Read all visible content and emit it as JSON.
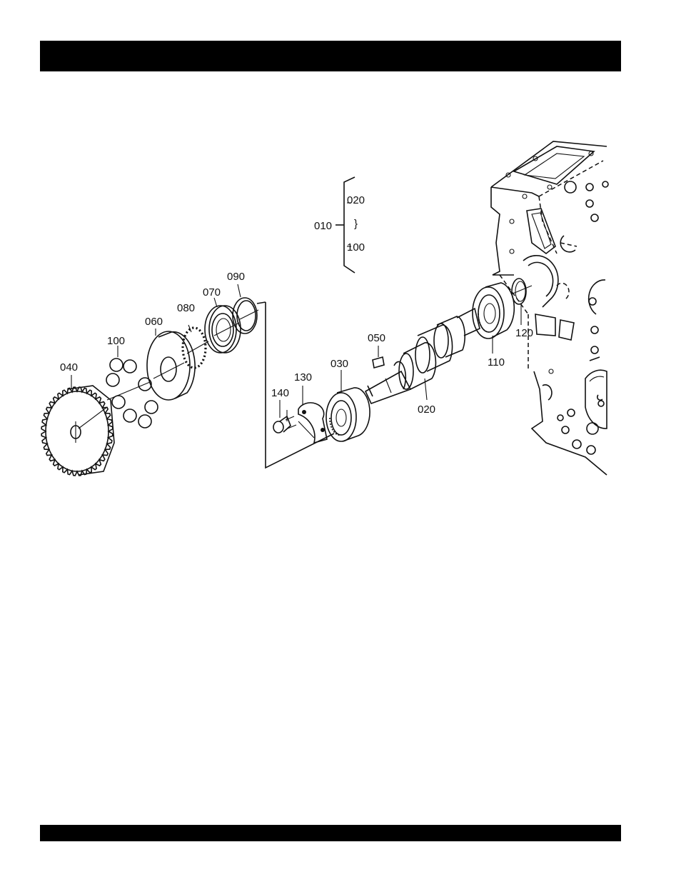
{
  "header_bar_color": "#000000",
  "footer_bar_color": "#000000",
  "assembly_bracket": {
    "assembly_ref": "010",
    "range_start": "020",
    "range_symbol": "}",
    "range_end": "100"
  },
  "callouts": {
    "c040": "040",
    "c100": "100",
    "c060": "060",
    "c080": "080",
    "c070": "070",
    "c090": "090",
    "c140": "140",
    "c130": "130",
    "c030": "030",
    "c050": "050",
    "c020": "020",
    "c110": "110",
    "c120": "120"
  }
}
